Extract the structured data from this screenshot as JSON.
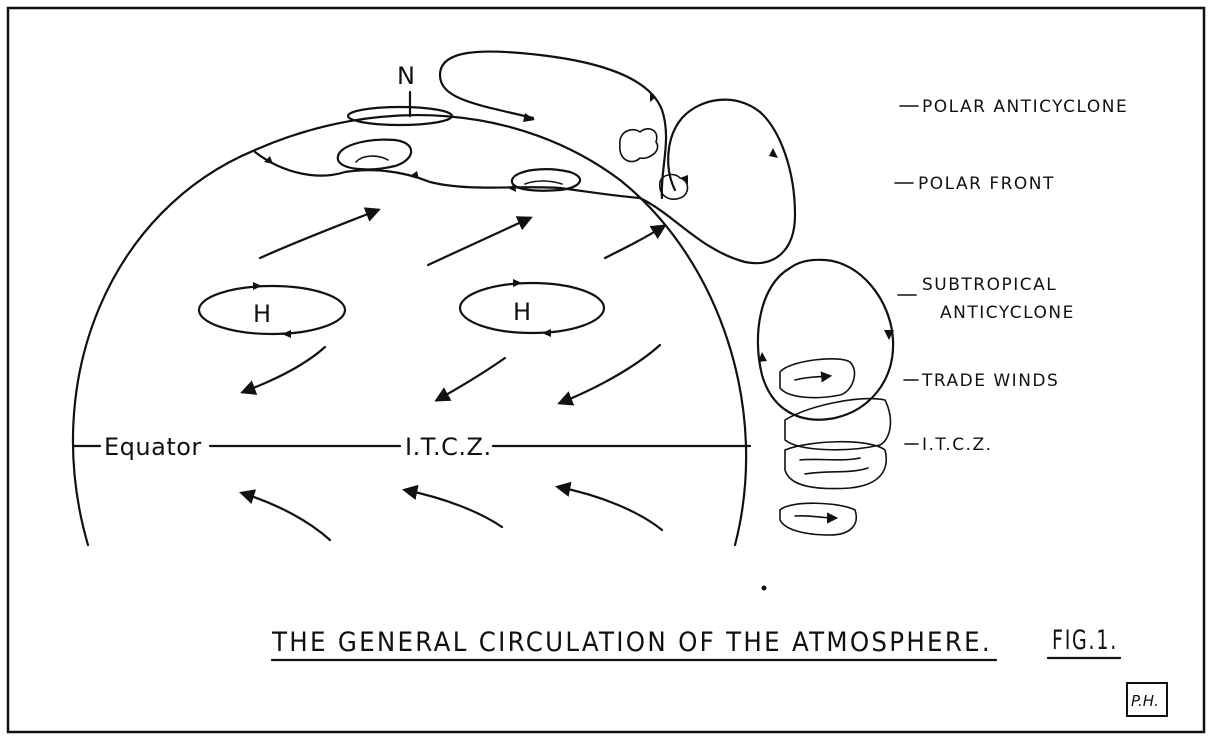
{
  "diagram": {
    "north_label": "N",
    "high_label_left": "H",
    "high_label_right": "H",
    "equator_label": "Equator",
    "itcz_center_label": "I.T.C.Z.",
    "legend": {
      "polar_anticyclone": "POLAR ANTICYCLONE",
      "polar_front": "POLAR FRONT",
      "subtropical_line1": "SUBTROPICAL",
      "subtropical_line2": "ANTICYCLONE",
      "trade_winds": "TRADE WINDS",
      "itcz": "I.T.C.Z."
    },
    "title": "THE GENERAL CIRCULATION OF THE ATMOSPHERE.",
    "figure_label": "FIG.1.",
    "initials": "P.H."
  }
}
